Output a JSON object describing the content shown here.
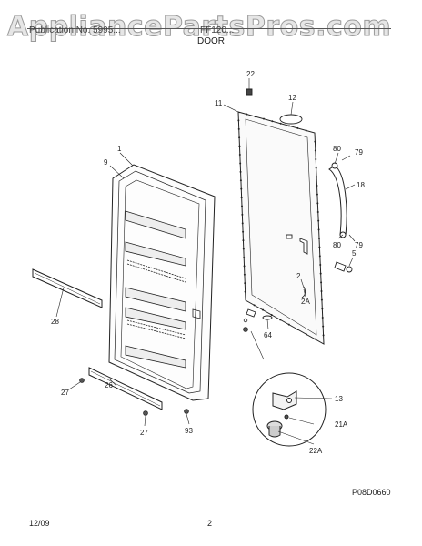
{
  "watermark": "AppliancePartsPros.com",
  "header": {
    "publication_label": "Publication No. 5995...",
    "model_label": "FF120..."
  },
  "section_title": "DOOR",
  "callouts": [
    {
      "id": "c-22",
      "label": "22"
    },
    {
      "id": "c-12",
      "label": "12"
    },
    {
      "id": "c-11",
      "label": "11"
    },
    {
      "id": "c-1",
      "label": "1"
    },
    {
      "id": "c-9",
      "label": "9"
    },
    {
      "id": "c-80a",
      "label": "80"
    },
    {
      "id": "c-79a",
      "label": "79"
    },
    {
      "id": "c-18",
      "label": "18"
    },
    {
      "id": "c-80b",
      "label": "80"
    },
    {
      "id": "c-79b",
      "label": "79"
    },
    {
      "id": "c-5",
      "label": "5"
    },
    {
      "id": "c-2",
      "label": "2"
    },
    {
      "id": "c-2a",
      "label": "2A"
    },
    {
      "id": "c-64",
      "label": "64"
    },
    {
      "id": "c-28",
      "label": "28"
    },
    {
      "id": "c-27a",
      "label": "27"
    },
    {
      "id": "c-26",
      "label": "26"
    },
    {
      "id": "c-27b",
      "label": "27"
    },
    {
      "id": "c-93",
      "label": "93"
    },
    {
      "id": "c-13",
      "label": "13"
    },
    {
      "id": "c-21a",
      "label": "21A"
    },
    {
      "id": "c-22a",
      "label": "22A"
    }
  ],
  "drawing_code": "P08D0660",
  "footer": {
    "date": "12/09",
    "page": "2"
  },
  "colors": {
    "line": "#222222",
    "panel_fill": "#f7f7f7",
    "watermark_fill": "#e6e6e6"
  }
}
